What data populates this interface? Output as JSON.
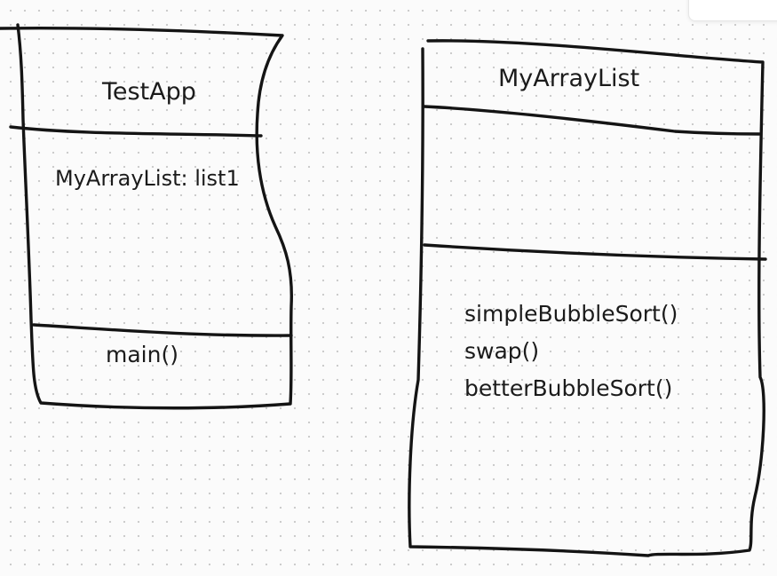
{
  "diagram": {
    "type": "uml-class-diagram-sketch",
    "ink_color": "#141414",
    "background_color": "#fbfbfb",
    "grid": "dotted",
    "classes": [
      {
        "id": "testapp",
        "name": "TestApp",
        "attributes": [
          "MyArrayList: list1"
        ],
        "methods": [
          "main()"
        ]
      },
      {
        "id": "myarraylist",
        "name": "MyArrayList",
        "attributes": [],
        "methods": [
          "simpleBubbleSort()",
          "swap()",
          "betterBubbleSort()"
        ]
      }
    ]
  }
}
